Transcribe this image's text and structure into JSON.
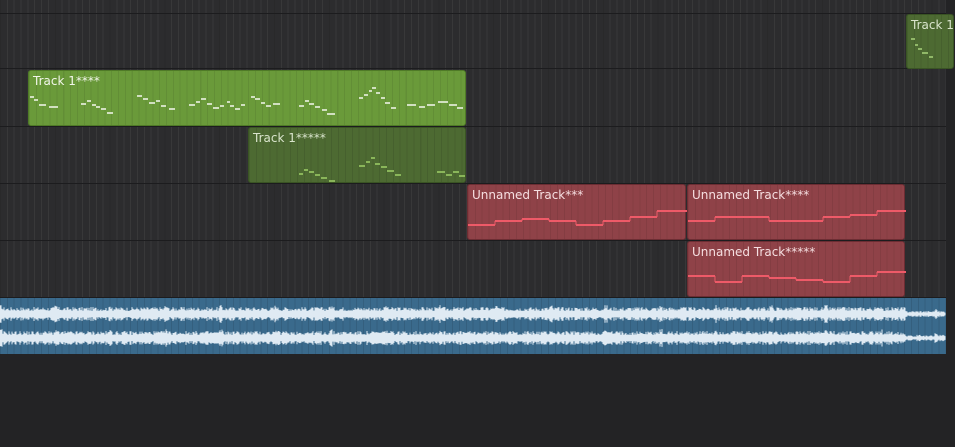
{
  "arrangement": {
    "regions": [
      {
        "key": "r1",
        "label": "Track 1****"
      },
      {
        "key": "r2",
        "label": "Track 1*****"
      },
      {
        "key": "r3",
        "label": "Unnamed Track***"
      },
      {
        "key": "r4",
        "label": "Unnamed Track****"
      },
      {
        "key": "r5",
        "label": "Unnamed Track*****"
      },
      {
        "key": "r0",
        "label": "Track 1"
      }
    ],
    "audio_region": {
      "label": ""
    }
  },
  "colors": {
    "midi_region": "#6a9a3a",
    "midi_region_dim": "#4d6a32",
    "pattern_region": "#8f4248",
    "pattern_line": "#ee5a68",
    "audio_region": "#3a6a8c",
    "waveform": "#dfeaf3",
    "background": "#232325"
  }
}
